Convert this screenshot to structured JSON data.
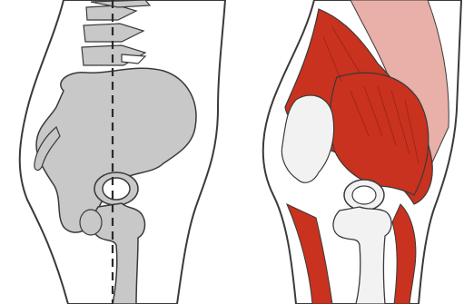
{
  "figure": {
    "panels": [
      {
        "id": "skeleton-side-view",
        "content": "pelvis-spine-femur-skeleton"
      },
      {
        "id": "muscle-side-view",
        "content": "hip-musculature"
      }
    ],
    "colors": {
      "bone_fill": "#c8c8c8",
      "outline": "#3a3a3a",
      "muscle": "#c8321e",
      "muscle_light": "#e8b0a8",
      "bone_light": "#f2f2f2",
      "background": "#ffffff"
    }
  }
}
